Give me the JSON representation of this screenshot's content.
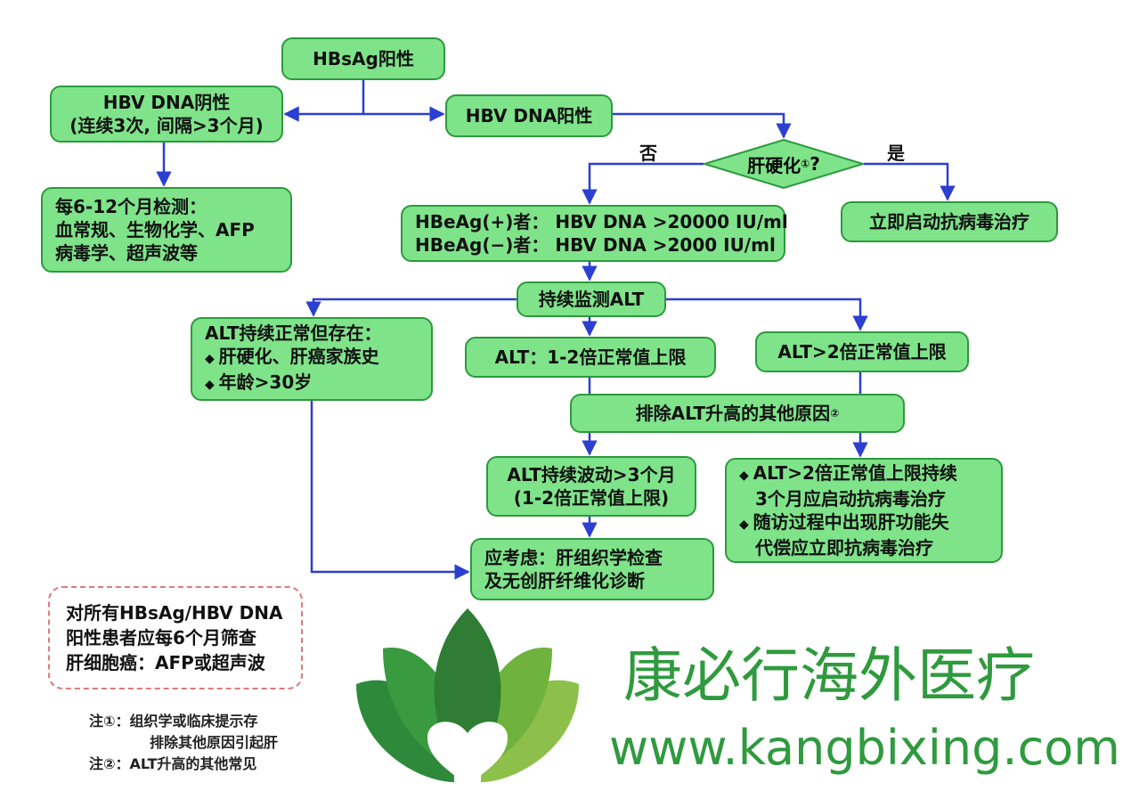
{
  "nodes": {
    "hbsag_positive": "HBsAg阳性",
    "dna_negative": [
      "HBV DNA阴性",
      "(连续3次, 间隔>3个月)"
    ],
    "monitor_6_12": [
      "每6-12个月检测：",
      "血常规、生物化学、AFP",
      "病毒学、超声波等"
    ],
    "dna_positive": "HBV DNA阳性",
    "cirrhosis_question": "肝硬化",
    "cirrhosis_mark": "①",
    "cirrhosis_qmark": "?",
    "threshold": [
      "HBeAg(+)者：  HBV DNA >20000 IU/ml",
      "HBeAg(−)者：  HBV DNA >2000 IU/ml"
    ],
    "start_antiviral_now": "立即启动抗病毒治疗",
    "monitor_alt": "持续监测ALT",
    "alt_normal_risk": [
      "ALT持续正常但存在：",
      "肝硬化、肝癌家族史",
      "年龄>30岁"
    ],
    "alt_1_2": "ALT：1-2倍正常值上限",
    "alt_gt2": "ALT>2倍正常值上限",
    "exclude_other": "排除ALT升高的其他原因",
    "exclude_mark": "②",
    "alt_fluctuate": [
      "ALT持续波动>3个月",
      "(1-2倍正常值上限)"
    ],
    "alt_gt2_actions": [
      "ALT>2倍正常值上限持续",
      "3个月应启动抗病毒治疗",
      "随访过程中出现肝功能失",
      "代偿应立即抗病毒治疗"
    ],
    "consider_biopsy": [
      "应考虑：肝组织学检查",
      "及无创肝纤维化诊断"
    ]
  },
  "edge_labels": {
    "no": "否",
    "yes": "是"
  },
  "screening_box": [
    "对所有HBsAg/HBV DNA",
    "阳性患者应每6个月筛查",
    "肝细胞癌：AFP或超声波"
  ],
  "notes": [
    "注①：组织学或临床提示存",
    "排除其他原因引起肝",
    "注②：ALT升高的其他常见"
  ],
  "watermark": {
    "name_cn": "康必行海外医疗",
    "url": "www.kangbixing.com"
  },
  "colors": {
    "node_fill": "#7fe38a",
    "node_border": "#2b9a3c",
    "arrow": "#2b3fd0",
    "dashed_border": "#e07a7a",
    "brand": "#2f9a3e"
  }
}
